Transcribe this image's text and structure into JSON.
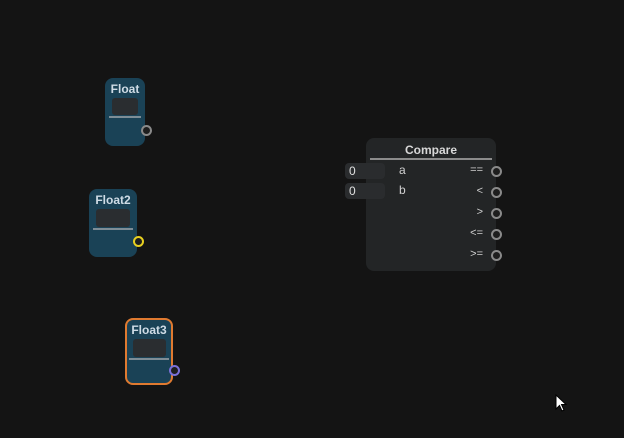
{
  "canvas": {
    "background": "#141414"
  },
  "nodes": {
    "float1": {
      "title": "Float",
      "port_color": "#8a8a8a",
      "selected": false
    },
    "float2": {
      "title": "Float2",
      "port_color": "#e8d020",
      "selected": false
    },
    "float3": {
      "title": "Float3",
      "port_color": "#7a70d8",
      "selected": true,
      "selection_color": "#e07a30"
    },
    "compare": {
      "title": "Compare",
      "inputs": [
        {
          "name": "a",
          "value": "0"
        },
        {
          "name": "b",
          "value": "0"
        }
      ],
      "outputs": [
        "==",
        "<",
        ">",
        "<=",
        ">="
      ]
    }
  }
}
